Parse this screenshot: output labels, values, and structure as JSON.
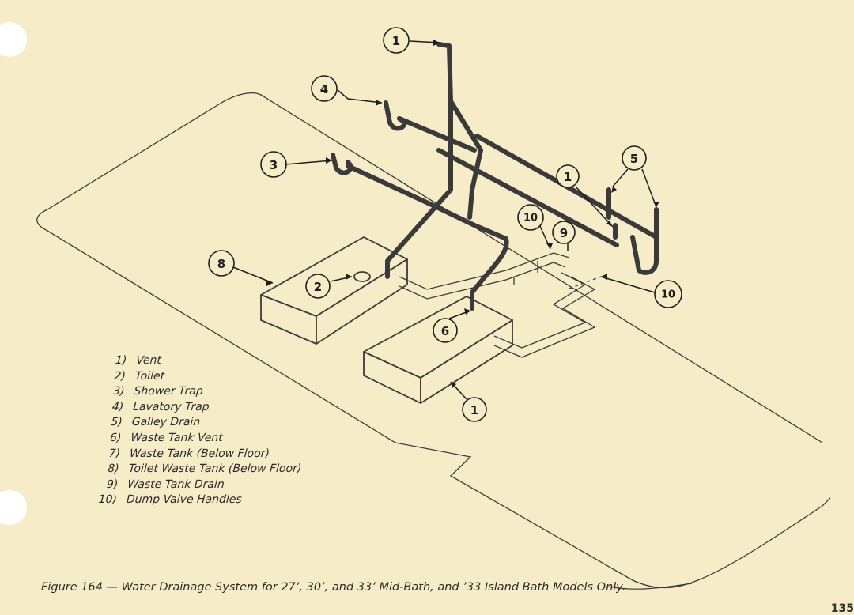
{
  "callouts": [
    {
      "label": "1"
    },
    {
      "label": "4"
    },
    {
      "label": "3"
    },
    {
      "label": "1"
    },
    {
      "label": "5"
    },
    {
      "label": "10"
    },
    {
      "label": "9"
    },
    {
      "label": "10"
    },
    {
      "label": "8"
    },
    {
      "label": "2"
    },
    {
      "label": "6"
    },
    {
      "label": "1"
    }
  ],
  "legend": [
    {
      "num": "1)",
      "text": "Vent"
    },
    {
      "num": "2)",
      "text": "Toilet"
    },
    {
      "num": "3)",
      "text": "Shower Trap"
    },
    {
      "num": "4)",
      "text": "Lavatory Trap"
    },
    {
      "num": "5)",
      "text": "Galley Drain"
    },
    {
      "num": "6)",
      "text": "Waste Tank Vent"
    },
    {
      "num": "7)",
      "text": "Waste Tank (Below Floor)"
    },
    {
      "num": "8)",
      "text": "Toilet Waste Tank (Below Floor)"
    },
    {
      "num": "9)",
      "text": "Waste Tank Drain"
    },
    {
      "num": "10)",
      "text": "Dump Valve Handles"
    }
  ],
  "caption": "Figure 164 — Water Drainage System for 27’, 30’, and 33’ Mid-Bath, and ’33 Island Bath Models Only.",
  "page_number": "135",
  "colors": {
    "paper": "#f7ecc8",
    "ink": "#2a2a2a",
    "pipe": "#3a3a3a"
  }
}
